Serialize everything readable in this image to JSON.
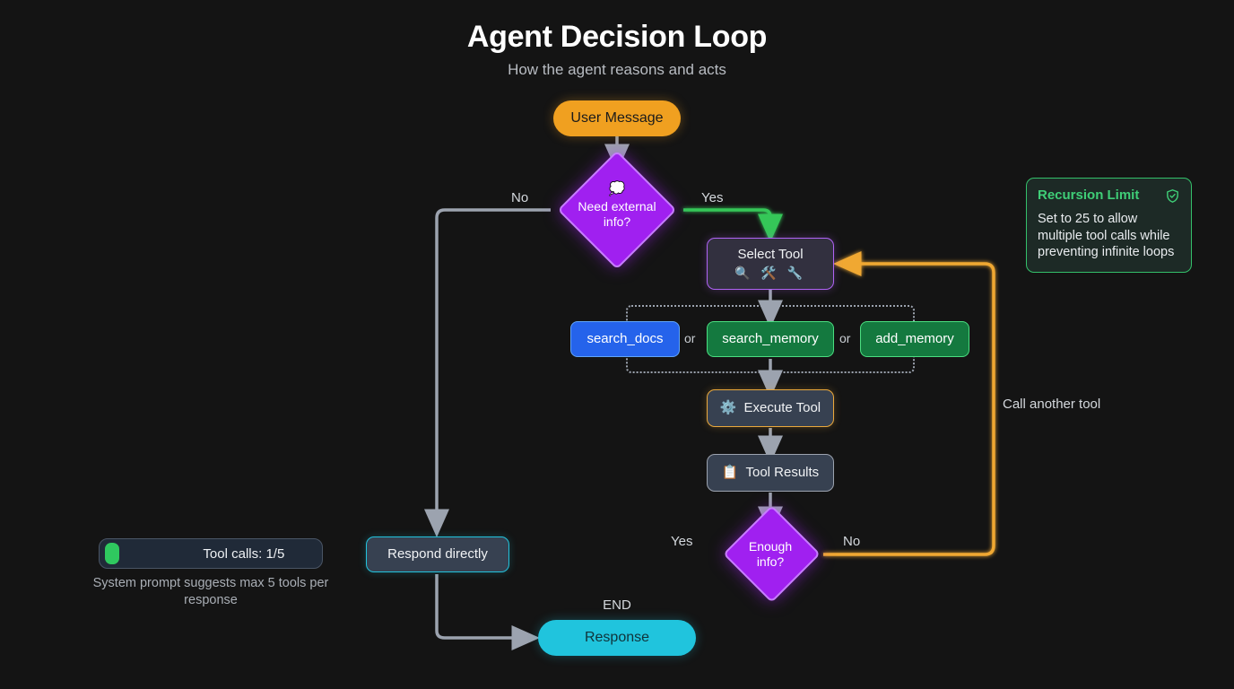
{
  "header": {
    "title": "Agent Decision Loop",
    "subtitle": "How the agent reasons and acts"
  },
  "nodes": {
    "user_message": {
      "label": "User Message",
      "color": "#f0a020"
    },
    "need_external_info": {
      "label_line1": "Need external",
      "label_line2": "info?",
      "icon": "thought-balloon-emoji",
      "emoji": "💭",
      "color": "#a020f0"
    },
    "select_tool": {
      "label": "Select Tool",
      "icons": "🔍 🛠️ 🔧",
      "color": "#b063f5"
    },
    "search_docs": {
      "label": "search_docs",
      "color": "#2563eb"
    },
    "search_memory": {
      "label": "search_memory",
      "color": "#14793f"
    },
    "add_memory": {
      "label": "add_memory",
      "color": "#14793f"
    },
    "or_1": {
      "label": "or"
    },
    "or_2": {
      "label": "or"
    },
    "execute_tool": {
      "label": "Execute Tool",
      "emoji": "⚙️",
      "color": "#eaa83c"
    },
    "tool_results": {
      "label": "Tool Results",
      "emoji": "📋",
      "color": "#9ca3af"
    },
    "enough_info": {
      "label_line1": "Enough",
      "label_line2": "info?",
      "color": "#a020f0"
    },
    "respond_directly": {
      "label": "Respond directly",
      "color": "#22c3dd"
    },
    "response": {
      "label": "Response",
      "color": "#20c4dd"
    },
    "end_marker": {
      "label": "END"
    }
  },
  "edges": {
    "no_top": {
      "label": "No",
      "color": "#9ca3af"
    },
    "yes_top": {
      "label": "Yes",
      "color": "#34c759"
    },
    "yes_bottom": {
      "label": "Yes",
      "color": "#34c759"
    },
    "no_bottom": {
      "label": "No",
      "color": "#f0a832"
    },
    "call_another_tool": {
      "label": "Call another tool",
      "color": "#f0a832"
    }
  },
  "recursion_card": {
    "title": "Recursion Limit",
    "icon": "shield-check-icon",
    "body": "Set to 25 to allow multiple tool calls while preventing infinite loops",
    "accent": "#34c06a"
  },
  "tool_calls": {
    "label": "Tool calls: 1/5",
    "current": 1,
    "max": 5,
    "percent": 22,
    "fill_color": "#2fc85f",
    "caption": "System prompt suggests max 5 tools per response"
  }
}
